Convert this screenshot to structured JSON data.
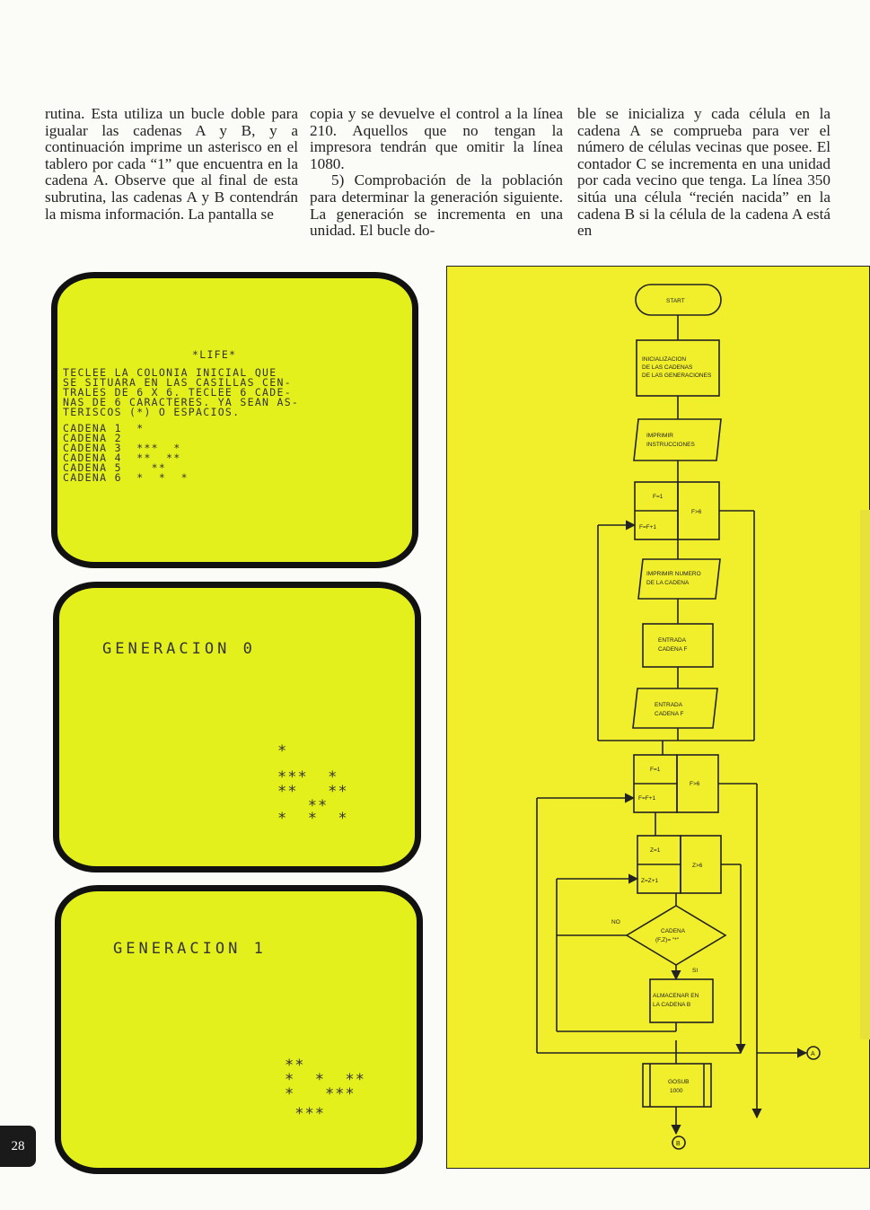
{
  "columns": [
    [
      "rutina. Esta utiliza un bucle doble para igualar las cadenas A y B, y a continuación imprime un asterisco en el tablero por cada “1” que encuentra en la cadena A. Observe que al final de esta subrutina, las cadenas A y B contendrán la misma información. La pantalla se"
    ],
    [
      "copia y se devuelve el control a la línea 210. Aquellos que no tengan la impresora tendrán que omitir la línea 1080.",
      "5) Comprobación de la población para determinar la generación siguiente. La generación se incrementa en una unidad. El bucle do-"
    ],
    [
      "ble se inicializa y cada célula en la cadena A se comprueba para ver el número de células vecinas que posee. El contador C se incrementa en una unidad por cada vecino que tenga. La línea 350 sitúa una célula “recién nacida” en la cadena B si la célula de la cadena A está en"
    ]
  ],
  "screen1": {
    "title": "*LIFE*",
    "instructions": [
      "TECLEE LA COLONIA INICIAL QUE",
      "SE SITUARA EN LAS CASILLAS CEN-",
      "TRALES DE 6 X 6. TECLEE 6 CADE-",
      "NAS DE 6 CARACTERES. YA SEAN AS-",
      "TERISCOS (*) O ESPACIOS."
    ],
    "cadenas": [
      "CADENA 1  *",
      "CADENA 2",
      "CADENA 3  ***  *",
      "CADENA 4  **  **",
      "CADENA 5    **",
      "CADENA 6  *  *  *"
    ]
  },
  "screen2": {
    "title": "GENERACION 0",
    "pattern": [
      "*",
      "",
      "***  *",
      "**   **",
      "   **",
      "*  *  *"
    ]
  },
  "screen3": {
    "title": "GENERACION 1",
    "pattern": [
      "**",
      "*  *  **",
      "*   ***",
      "",
      " ***"
    ]
  },
  "flowchart": {
    "start": "START",
    "init": [
      "INICIALIZACION",
      "DE LAS CADENAS",
      "DE LAS GENERACIONES"
    ],
    "print_instr": [
      "IMPRIMIR",
      "INSTRUCCIONES"
    ],
    "loop1_init": "F=1",
    "loop1_incr": "F=F+1",
    "loop1_cond": "F>6",
    "print_num": [
      "IMPRIMIR NUMERO",
      "DE LA CADENA"
    ],
    "entrada1": [
      "ENTRADA",
      "CADENA F"
    ],
    "entrada2": [
      "ENTRADA",
      "CADENA F"
    ],
    "loop2_init": "F=1",
    "loop2_incr": "F=F+1",
    "loop2_cond": "F>6",
    "loop3_init": "Z=1",
    "loop3_incr": "Z=Z+1",
    "loop3_cond": "Z>6",
    "decision": [
      "CADENA",
      "(F,Z)= \"*\""
    ],
    "no": "NO",
    "si": "SI",
    "store": [
      "ALMACENAR EN",
      "LA CADENA B"
    ],
    "gosub": [
      "GOSUB",
      "1000"
    ],
    "connector_a": "A",
    "connector_b": "B"
  },
  "page_number": "28"
}
